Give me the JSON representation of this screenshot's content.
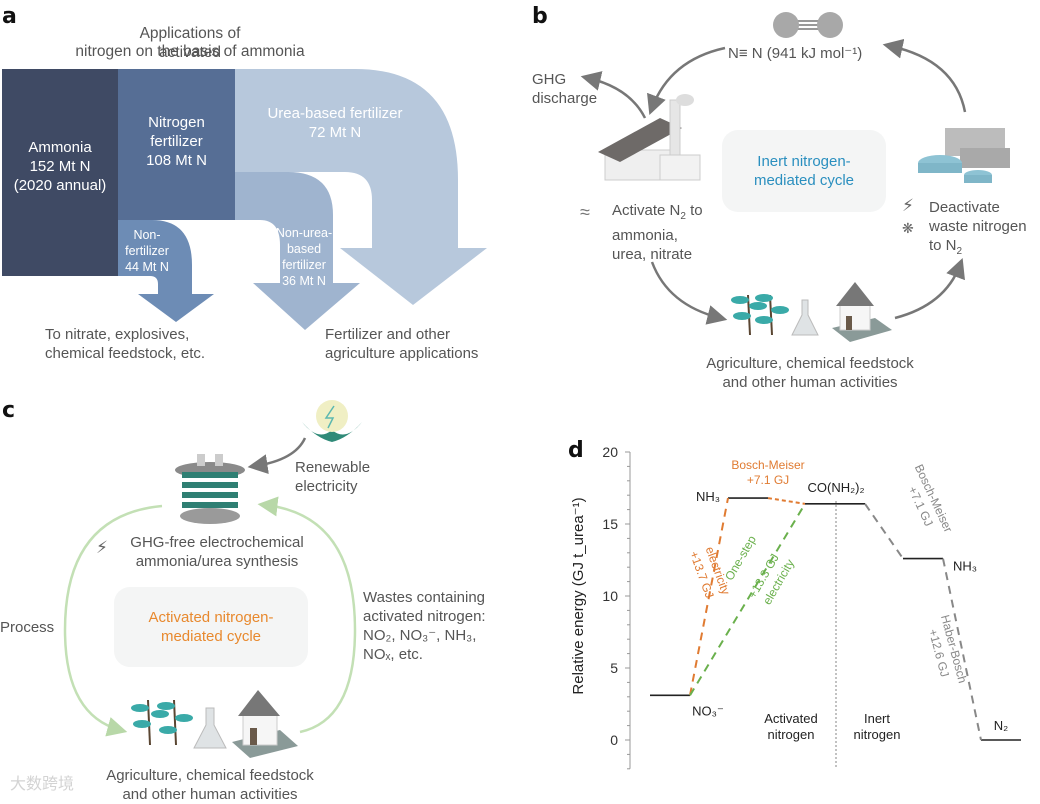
{
  "panels": {
    "a": {
      "label": "a",
      "title_line1": "Applications of activated",
      "title_line2": "nitrogen on the basis of ammonia",
      "ammonia": {
        "line1": "Ammonia",
        "line2": "152 Mt N",
        "line3": "(2020 annual)",
        "value_mt": 152
      },
      "nitrogen_fertilizer": {
        "line1": "Nitrogen",
        "line2": "fertilizer",
        "line3": "108 Mt N",
        "value_mt": 108
      },
      "urea_fertilizer": {
        "line1": "Urea-based fertilizer",
        "line2": "72 Mt N",
        "value_mt": 72
      },
      "non_fertilizer": {
        "line1": "Non-",
        "line2": "fertilizer",
        "line3": "44 Mt N",
        "value_mt": 44
      },
      "non_urea_fertilizer": {
        "line1": "Non-urea-",
        "line2": "based",
        "line3": "fertilizer",
        "line4": "36 Mt N",
        "value_mt": 36
      },
      "dest_nitrate": {
        "line1": "To nitrate, explosives,",
        "line2": "chemical feedstock, etc."
      },
      "dest_fertilizer": {
        "line1": "Fertilizer and other",
        "line2": "agriculture applications"
      },
      "colors": {
        "ammonia": "#3f4a64",
        "nitrogen_fertilizer": "#566e95",
        "urea": "#b7c8dc",
        "non_fertilizer": "#6d8cb5",
        "non_urea": "#9fb4cf"
      }
    },
    "b": {
      "label": "b",
      "n2": "N≡ N (941 kJ mol⁻¹)",
      "ghg_line1": "GHG",
      "ghg_line2": "discharge",
      "activate_line1_a": "Activate N",
      "activate_line1_sub": "2",
      "activate_line1_b": " to",
      "activate_line2": "ammonia,",
      "activate_line3": "urea, nitrate",
      "center_line1": "Inert nitrogen-",
      "center_line2": "mediated cycle",
      "deactivate_line1": "Deactivate",
      "deactivate_line2": "waste nitrogen",
      "deactivate_line3_a": "to N",
      "deactivate_line3_sub": "2",
      "bottom_line1": "Agriculture, chemical feedstock",
      "bottom_line2": "and other human activities",
      "accent_color": "#2a8fbf"
    },
    "c": {
      "label": "c",
      "renewable_line1": "Renewable",
      "renewable_line2": "electricity",
      "synthesis_line1": "GHG-free electrochemical",
      "synthesis_line2": "ammonia/urea synthesis",
      "center_line1": "Activated nitrogen-",
      "center_line2": "mediated cycle",
      "process": "Process",
      "wastes_line1": "Wastes containing",
      "wastes_line2": "activated nitrogen:",
      "wastes_line3": "NO₂, NO₃⁻, NH₃,",
      "wastes_line4": "NOₓ, etc.",
      "bottom_line1": "Agriculture, chemical feedstock",
      "bottom_line2": "and other human activities",
      "watermark": "大数跨境",
      "accent_color": "#e8892e"
    }
  },
  "chart_data": {
    "type": "energy-diagram",
    "panel_label": "d",
    "ylabel": "Relative energy (GJ t_urea⁻¹)",
    "ylim": [
      -2,
      20
    ],
    "yticks": [
      0,
      5,
      10,
      15,
      20
    ],
    "grid": false,
    "levels": [
      {
        "name": "NO3-",
        "label": "NO₃⁻",
        "value": 3.1,
        "slot": 0
      },
      {
        "name": "NH3-activated",
        "label": "NH₃",
        "value": 16.8,
        "slot": 1
      },
      {
        "name": "urea",
        "label": "CO(NH₂)₂",
        "value": 16.4,
        "slot": 2
      },
      {
        "name": "NH3-inert",
        "label": "NH₃",
        "value": 12.6,
        "slot": 3
      },
      {
        "name": "N2",
        "label": "N₂",
        "value": 0,
        "slot": 4
      }
    ],
    "transitions": [
      {
        "from": 0,
        "to": 1,
        "color": "#e07b32",
        "label1": "+13.7 GJ",
        "label2": "electricity",
        "energy": 13.7
      },
      {
        "from": 1,
        "to": 2,
        "color": "#e07b32",
        "label1": "Bosch-Meiser",
        "label2": "+7.1 GJ",
        "energy": 7.1
      },
      {
        "from": 0,
        "to": 2,
        "color": "#6ab04c",
        "label1": "One-step",
        "label2": "+13.3 GJ",
        "label3": "electricity",
        "energy": 13.3
      },
      {
        "from": 3,
        "to": 2,
        "color": "#888888",
        "label1": "Bosch-Meiser",
        "label2": "+7.1 GJ",
        "energy": 7.1
      },
      {
        "from": 4,
        "to": 3,
        "color": "#888888",
        "label1": "Haber-Bosch",
        "label2": "+12.6 GJ",
        "energy": 12.6
      }
    ],
    "region_labels": {
      "activated_line1": "Activated",
      "activated_line2": "nitrogen",
      "inert_line1": "Inert",
      "inert_line2": "nitrogen"
    }
  }
}
